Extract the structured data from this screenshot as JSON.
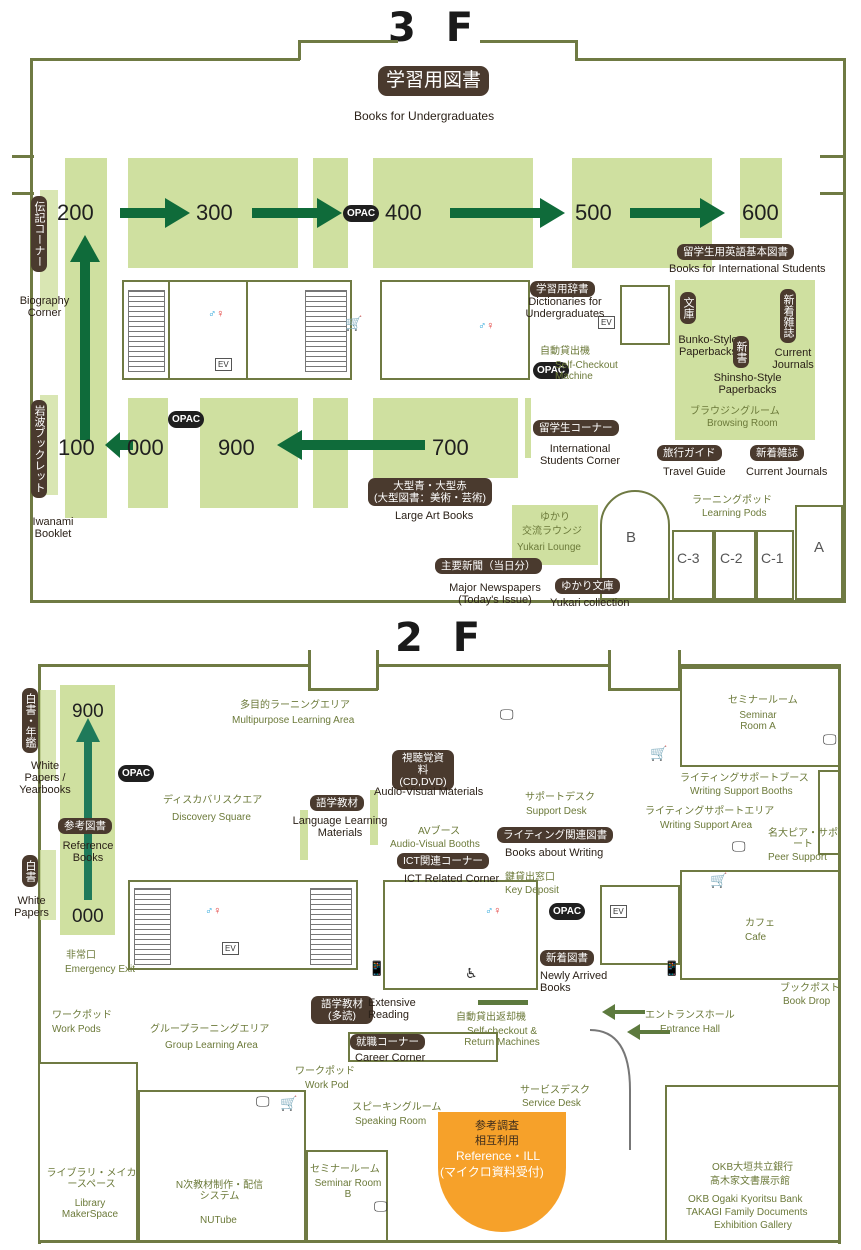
{
  "floor3": {
    "title": "3 F",
    "undergrad_jp": "学習用図書",
    "undergrad_en": "Books for Undergraduates",
    "numbers": [
      "200",
      "300",
      "400",
      "500",
      "600",
      "100",
      "000",
      "900",
      "700"
    ],
    "opac": "OPAC",
    "biography_jp": "伝記コーナー",
    "biography_en": "Biography Corner",
    "iwanami_jp": "岩波ブックレット",
    "iwanami_en": "Iwanami Booklet",
    "intl_books_jp": "留学生用英語基本図書",
    "intl_books_en": "Books for International Students",
    "dict_jp": "学習用辞書",
    "dict_en": "Dictionaries for Undergraduates",
    "checkout_jp": "自動貸出機",
    "checkout_en": "Self-Checkout Machine",
    "bunko_jp": "文庫",
    "bunko_en": "Bunko-Style Paperbacks",
    "shinsho_jp": "新書",
    "shinsho_en": "Shinsho-Style Paperbacks",
    "journals_jp": "新着雑誌",
    "journals_en": "Current Journals",
    "browsing_jp": "ブラウジングルーム",
    "browsing_en": "Browsing Room",
    "intl_corner_jp": "留学生コーナー",
    "intl_corner_en": "International Students Corner",
    "travel_jp": "旅行ガイド",
    "travel_en": "Travel Guide",
    "current_jp": "新着雑誌",
    "current_en": "Current Journals",
    "art_jp1": "大型青・大型赤",
    "art_jp2": "(大型図書：美術・芸術)",
    "art_en": "Large Art Books",
    "lounge_jp1": "ゆかり",
    "lounge_jp2": "交流ラウンジ",
    "lounge_en": "Yukari Lounge",
    "pods_jp": "ラーニングポッド",
    "pods_en": "Learning Pods",
    "news_jp": "主要新聞（当日分）",
    "news_en": "Major Newspapers (Today's Issue)",
    "yukari_jp": "ゆかり文庫",
    "yukari_en": "Yukari collection",
    "rooms": [
      "B",
      "C-3",
      "C-2",
      "C-1",
      "A"
    ],
    "ev": "EV"
  },
  "floor2": {
    "title": "2 F",
    "white_jp": "白書・年鑑",
    "white_en": "White Papers / Yearbooks",
    "white2_jp": "白書",
    "white2_en": "White Papers",
    "ref_jp": "参考図書",
    "ref_en": "Reference Books",
    "numbers": [
      "900",
      "000"
    ],
    "opac": "OPAC",
    "multi_jp": "多目的ラーニングエリア",
    "multi_en": "Multipurpose Learning Area",
    "discovery_jp": "ディスカバリスクエア",
    "discovery_en": "Discovery Square",
    "lang_jp": "語学教材",
    "lang_en": "Language Learning Materials",
    "av_jp": "視聴覚資料 (CD,DVD)",
    "av_en": "Audio-Visual Materials",
    "avbooth_jp": "AVブース",
    "avbooth_en": "Audio-Visual Booths",
    "support_jp": "サポートデスク",
    "support_en": "Support Desk",
    "writing_books_jp": "ライティング関連図書",
    "writing_books_en": "Books about Writing",
    "ict_jp": "ICT関連コーナー",
    "ict_en": "ICT Related Corner",
    "seminar_a_jp": "セミナールーム",
    "seminar_a_en": "Seminar Room A",
    "wsb_jp": "ライティングサポートブース",
    "wsb_en": "Writing Support Booths",
    "wsa_jp": "ライティングサポートエリア",
    "wsa_en": "Writing Support Area",
    "peer_jp": "名大ピア・サポート",
    "peer_en": "Peer Support",
    "cafe_jp": "カフェ",
    "cafe_en": "Cafe",
    "key_jp": "鍵貸出窓口",
    "key_en": "Key Deposit",
    "newly_jp": "新着図書",
    "newly_en": "Newly Arrived Books",
    "emergency_jp": "非常口",
    "emergency_en": "Emergency Exit",
    "extensive_jp": "語学教材 (多読)",
    "extensive_en": "Extensive Reading",
    "career_jp": "就職コーナー",
    "career_en": "Career Corner",
    "return_jp": "自動貸出返却機",
    "return_en": "Self-checkout & Return Machines",
    "bookdrop_jp": "ブックポスト",
    "bookdrop_en": "Book Drop",
    "entrance_jp": "エントランスホール",
    "entrance_en": "Entrance Hall",
    "workpods_jp": "ワークポッド",
    "workpods_en": "Work Pods",
    "group_jp": "グループラーニングエリア",
    "group_en": "Group Learning Area",
    "workpod_jp": "ワークポッド",
    "workpod_en": "Work Pod",
    "speaking_jp": "スピーキングルーム",
    "speaking_en": "Speaking Room",
    "service_jp": "サービスデスク",
    "service_en": "Service Desk",
    "refill_jp1": "参考調査",
    "refill_jp2": "相互利用",
    "refill_en": "Reference・ILL",
    "refill_jp3": "(マイクロ資料受付)",
    "maker_jp": "ライブラリ・メイカースペース",
    "maker_en": "Library MakerSpace",
    "nutube_jp": "N次教材制作・配信システム",
    "nutube_en": "NUTube",
    "seminar_b_jp": "セミナールーム",
    "seminar_b_en": "Seminar Room B",
    "okb_jp1": "OKB大垣共立銀行",
    "okb_jp2": "髙木家文書展示館",
    "okb_en1": "OKB Ogaki Kyoritsu Bank",
    "okb_en2": "TAKAGI Family Documents",
    "okb_en3": "Exhibition Gallery",
    "ev": "EV"
  },
  "colors": {
    "wall": "#6f7a43",
    "shelf": "#cfe0a0",
    "arrow3": "#0f6b3a",
    "arrow2": "#1f7a5a",
    "pill": "#4a3a2e",
    "ref": "#f6a12a"
  }
}
